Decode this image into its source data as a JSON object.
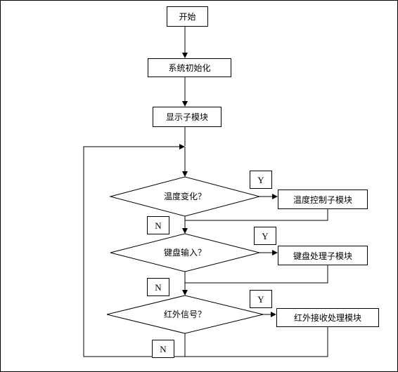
{
  "flowchart": {
    "start": "开始",
    "init": "系统初始化",
    "display": "显示子模块",
    "decisions": [
      {
        "question": "温度变化？",
        "yes_label": "Y",
        "no_label": "N",
        "action": "温度控制子模块"
      },
      {
        "question": "键盘输入？",
        "yes_label": "Y",
        "no_label": "N",
        "action": "键盘处理子模块"
      },
      {
        "question": "红外信号？",
        "yes_label": "Y",
        "no_label": "N",
        "action": "红外接收处理模块"
      }
    ]
  }
}
